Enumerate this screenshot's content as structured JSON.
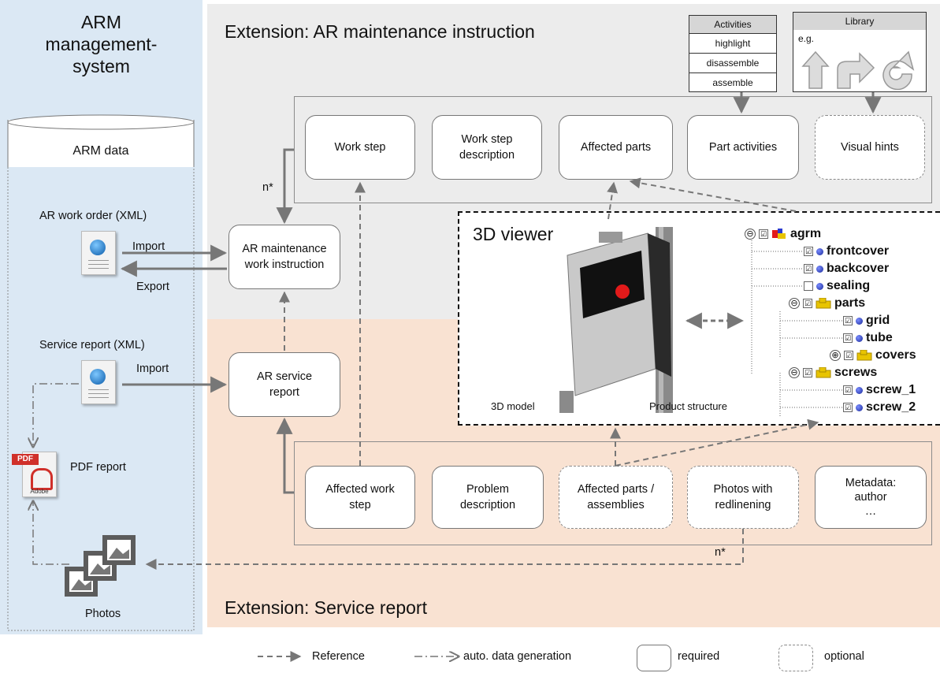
{
  "colors": {
    "arm_bg": "#dbe8f4",
    "ext_bg": "#ececec",
    "service_bg": "#f9e2d2",
    "arrow": "#7a7a7a",
    "pdf_red": "#d0302a"
  },
  "arm": {
    "title": "ARM\nmanagement-\nsystem",
    "db_label": "ARM data",
    "work_order": "AR work order (XML)",
    "import1": "Import",
    "export1": "Export",
    "service_report": "Service report (XML)",
    "import2": "Import",
    "pdf_icon_text": "PDF",
    "pdf_brand": "Adobe",
    "pdf_report": "PDF report",
    "photos": "Photos"
  },
  "ext_ar": {
    "title": "Extension: AR maintenance instruction",
    "boxes": [
      {
        "label": "Work step",
        "optional": false
      },
      {
        "label": "Work step\ndescription",
        "optional": false
      },
      {
        "label": "Affected parts",
        "optional": false
      },
      {
        "label": "Part activities",
        "optional": false
      },
      {
        "label": "Visual hints",
        "optional": true
      }
    ],
    "n_star": "n*"
  },
  "center": {
    "ar_mwi": "AR maintenance\nwork instruction",
    "ar_sr": "AR service\nreport"
  },
  "activities": {
    "header": "Activities",
    "rows": [
      "highlight",
      "disassemble",
      "assemble"
    ]
  },
  "library": {
    "header": "Library",
    "eg": "e.g."
  },
  "viewer": {
    "title": "3D viewer",
    "model_label": "3D model",
    "structure_label": "Product structure",
    "tree": [
      {
        "name": "agrm",
        "icon": "assembly",
        "expander": "⊖",
        "checked": true
      },
      {
        "name": "frontcover",
        "icon": "part",
        "checked": true
      },
      {
        "name": "backcover",
        "icon": "part",
        "checked": true
      },
      {
        "name": "sealing",
        "icon": "part",
        "checked": false
      },
      {
        "name": "parts",
        "icon": "assembly",
        "expander": "⊖",
        "checked": true
      },
      {
        "name": "grid",
        "icon": "part",
        "checked": true
      },
      {
        "name": "tube",
        "icon": "part",
        "checked": true
      },
      {
        "name": "covers",
        "icon": "assembly",
        "expander": "⊕",
        "checked": true
      },
      {
        "name": "screws",
        "icon": "assembly",
        "expander": "⊖",
        "checked": true
      },
      {
        "name": "screw_1",
        "icon": "part",
        "checked": true
      },
      {
        "name": "screw_2",
        "icon": "part",
        "checked": true
      }
    ]
  },
  "ext_sr": {
    "title": "Extension: Service report",
    "boxes": [
      {
        "label": "Affected work\nstep",
        "optional": false
      },
      {
        "label": "Problem\ndescription",
        "optional": false
      },
      {
        "label": "Affected parts /\nassemblies",
        "optional": true
      },
      {
        "label": "Photos with\nredlinening",
        "optional": true
      },
      {
        "label": "Metadata:\nauthor\n…",
        "optional": false
      }
    ],
    "n_star": "n*"
  },
  "legend": {
    "reference": "Reference",
    "auto": "auto. data generation",
    "required": "required",
    "optional": "optional"
  }
}
